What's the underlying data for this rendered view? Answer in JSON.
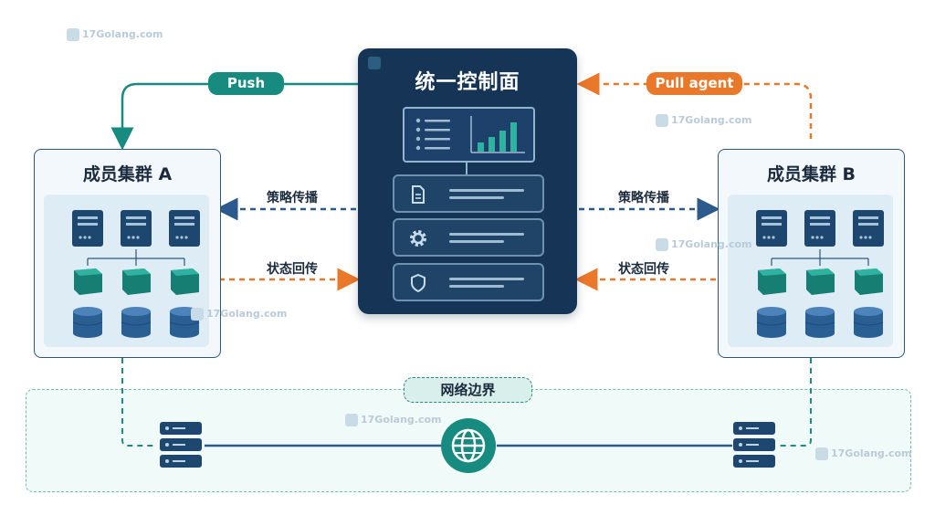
{
  "control_plane": {
    "title": "统一控制面",
    "modules": [
      "document-icon",
      "gear-icon",
      "shield-icon"
    ]
  },
  "clusters": {
    "a_title": "成员集群 A",
    "b_title": "成员集群 B"
  },
  "flows": {
    "push_label": "Push",
    "pull_label": "Pull agent",
    "policy_left": "策略传播",
    "policy_right": "策略传播",
    "status_left": "状态回传",
    "status_right": "状态回传"
  },
  "network": {
    "border_label": "网络边界"
  },
  "watermark": "17Golang.com",
  "colors": {
    "navy": "#163556",
    "teal": "#178b80",
    "orange": "#e9782a",
    "blue_arrow": "#2d5a8c",
    "cluster_border": "#2e5779"
  }
}
